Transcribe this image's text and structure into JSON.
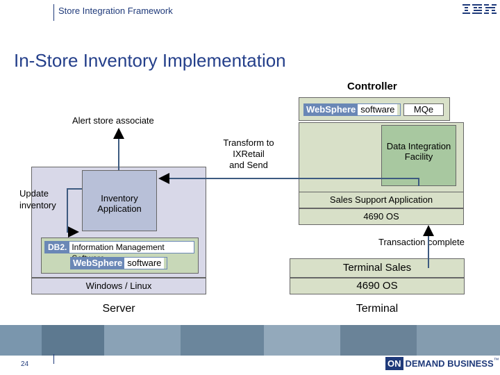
{
  "header": {
    "title": "Store Integration Framework",
    "logo_text": "IBM"
  },
  "slide": {
    "title": "In-Store Inventory Implementation",
    "page_number": "24"
  },
  "diagram": {
    "controller": {
      "title": "Controller",
      "websphere_badge": "WebSphere",
      "websphere_software": "software",
      "mqe_label": "MQe",
      "data_integration": "Data Integration Facility",
      "sales_support": "Sales Support Application",
      "os": "4690 OS"
    },
    "server": {
      "title": "Server",
      "inventory_app": "Inventory Application",
      "db2_badge": "DB2.",
      "db2_text": "Information Management Software",
      "websphere_badge": "WebSphere",
      "websphere_software": "software",
      "os": "Windows / Linux"
    },
    "terminal": {
      "title": "Terminal",
      "sales": "Terminal Sales",
      "os": "4690 OS"
    },
    "annotations": {
      "alert": "Alert store associate",
      "update_line1": "Update",
      "update_line2": "inventory",
      "transform_line1": "Transform to",
      "transform_line2": "IXRetail",
      "transform_line3": "and Send",
      "transaction": "Transaction complete"
    }
  },
  "footer": {
    "on_badge": "ON",
    "brand": "DEMAND BUSINESS",
    "trademark": "™"
  },
  "colors": {
    "brand_blue": "#1f3a7a",
    "box_fill": "#d8d8e8",
    "controller_fill": "#d8e0c8",
    "data_fill": "#a8c8a0",
    "inventory_fill": "#b8c0d8"
  }
}
